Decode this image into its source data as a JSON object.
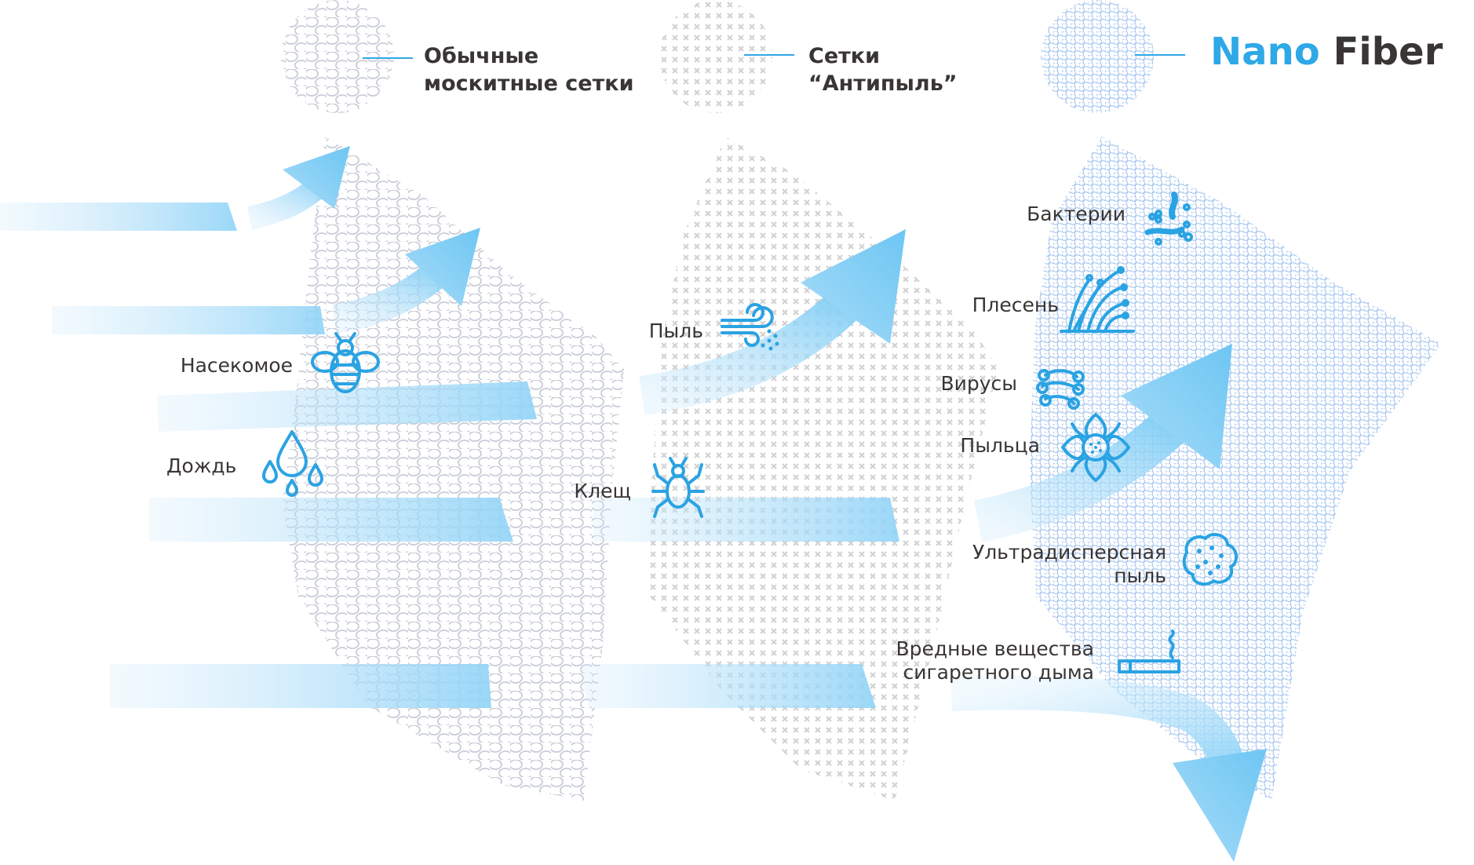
{
  "legend": {
    "regular": {
      "line1": "Обычные",
      "line2": "москитные сетки"
    },
    "antidust": {
      "line1": "Сетки",
      "line2": "“Антипыль”"
    },
    "brand": {
      "part1": "Nano",
      "part2": "Fiber"
    }
  },
  "regular_net": {
    "insect": "Насекомое",
    "rain": "Дождь"
  },
  "antidust_net": {
    "dust": "Пыль",
    "tick": "Клещ"
  },
  "nano_fiber": {
    "bacteria": "Бактерии",
    "mold": "Плесень",
    "viruses": "Вирусы",
    "pollen": "Пыльца",
    "ultrafine_line1": "Ультрадисперсная",
    "ultrafine_line2": "пыль",
    "smoke_line1": "Вредные вещества",
    "smoke_line2": "сигаретного дыма"
  },
  "colors": {
    "accent": "#2ea8e6",
    "text": "#3a3535",
    "arrow": "#7fcdf5"
  }
}
